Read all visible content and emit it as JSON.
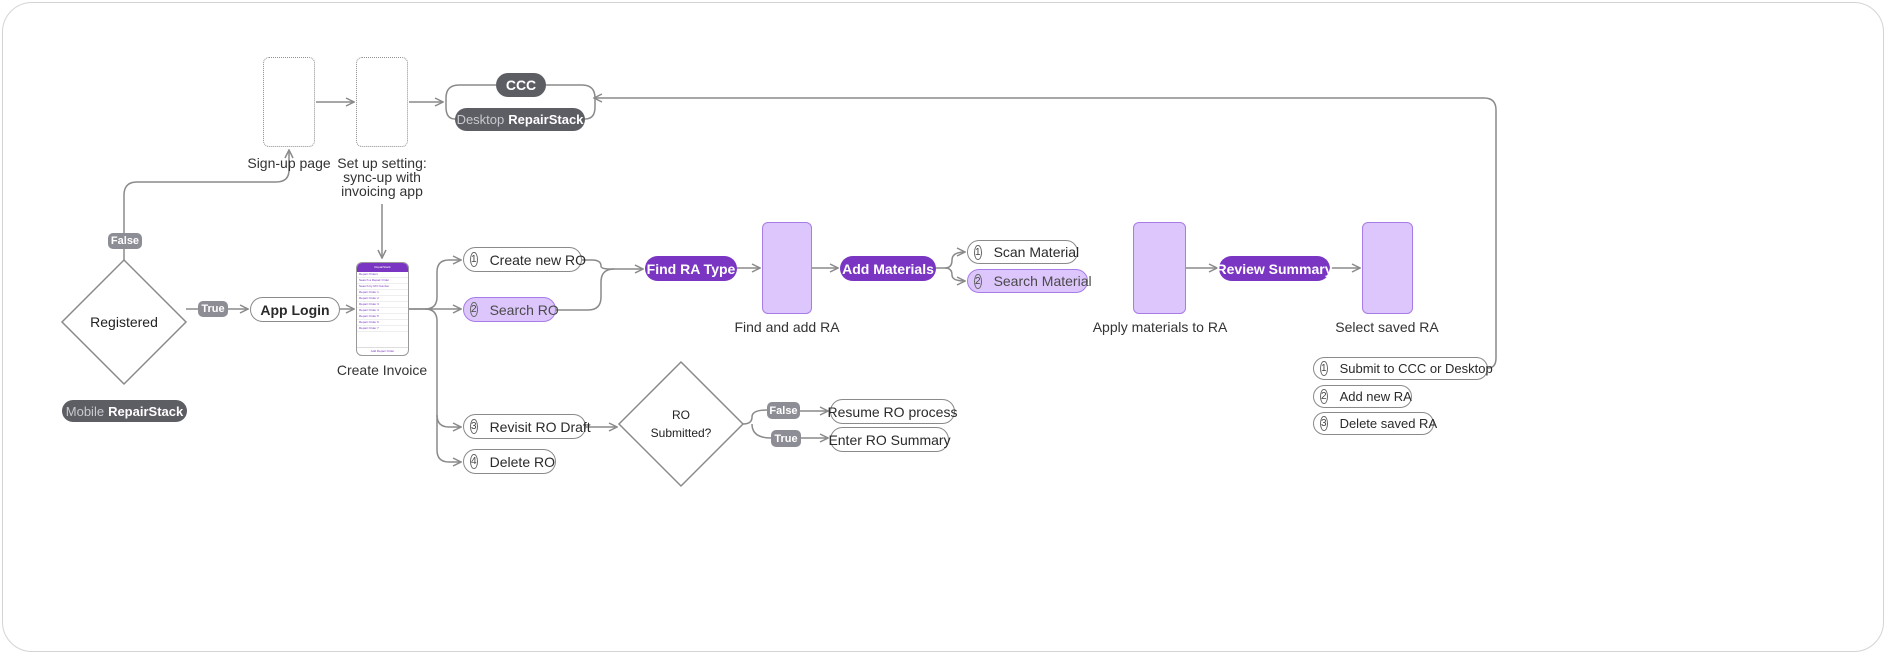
{
  "colors": {
    "line": "#8a8a8a",
    "dark_purple": "#7a36c2",
    "light_purple": "#dcc6fb",
    "dark_gray": "#5d5d64",
    "tag_gray": "#8d8d95"
  },
  "start": {
    "decision": "Registered",
    "false_tag": "False",
    "true_tag": "True",
    "platform_prefix": "Mobile",
    "platform_name": "RepairStack"
  },
  "signup": {
    "label": "Sign-up page"
  },
  "setup": {
    "label_lines": [
      "Set up setting:",
      "sync-up with",
      "invoicing app"
    ]
  },
  "targets": {
    "ccc": "CCC",
    "desktop_prefix": "Desktop",
    "desktop_name": "RepairStack"
  },
  "login": {
    "label": "App Login"
  },
  "invoice": {
    "label": "Create Invoice",
    "phone": {
      "title": "RepairStack",
      "rows": [
        "Repair Orders",
        "Search a Repair Order",
        "Search by RO Number",
        "Repair Order 1",
        "Repair Order 2",
        "Repair Order 3",
        "Repair Order 4",
        "Repair Order 5",
        "Repair Order 6",
        "Repair Order 7"
      ],
      "footer": "Add Repair Order"
    }
  },
  "ro_options": [
    {
      "num": "1",
      "label": "Create new RO"
    },
    {
      "num": "2",
      "label": "Search RO"
    },
    {
      "num": "3",
      "label": "Revisit RO Draft"
    },
    {
      "num": "4",
      "label": "Delete RO"
    }
  ],
  "find_ra_type": "Find RA Type",
  "find_add_ra": "Find and add RA",
  "add_materials": "Add Materials",
  "material_options": [
    {
      "num": "1",
      "label": "Scan Material"
    },
    {
      "num": "2",
      "label": "Search Material"
    }
  ],
  "apply_materials": "Apply materials to RA",
  "review_summary": "Review Summary",
  "select_saved": "Select saved RA",
  "final_options": [
    {
      "num": "1",
      "label": "Submit to CCC or Desktop"
    },
    {
      "num": "2",
      "label": "Add new RA"
    },
    {
      "num": "3",
      "label": "Delete saved RA"
    }
  ],
  "ro_submitted": {
    "lines": [
      "RO",
      "Submitted?"
    ],
    "false_tag": "False",
    "true_tag": "True",
    "false_action": "Resume RO process",
    "true_action": "Enter RO Summary"
  }
}
